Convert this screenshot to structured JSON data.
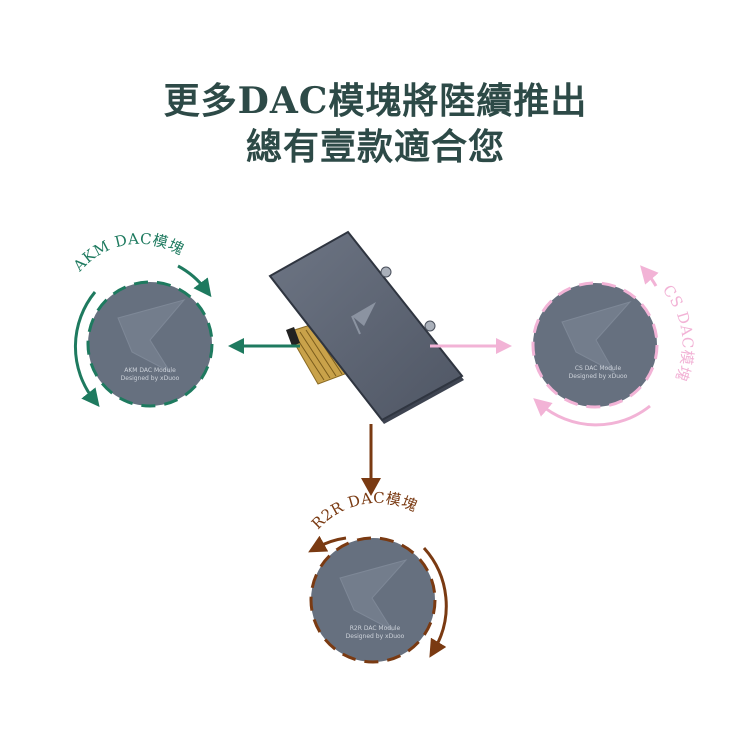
{
  "headline": {
    "line1": "更多DAC模塊將陸續推出",
    "line2": "總有壹款適合您"
  },
  "colors": {
    "headline": "#2d4a47",
    "akm": "#1e7a5f",
    "cs": "#f2b3d6",
    "r2r": "#7a3a12",
    "disc": "#66707f",
    "module_body": "#5f6775"
  },
  "modules": {
    "akm": {
      "arc_label": "AKM DAC模塊",
      "disc_line1": "AKM DAC Module",
      "disc_line2": "Designed by xDuoo"
    },
    "cs": {
      "arc_label": "CS DAC模塊",
      "disc_line1": "CS DAC Module",
      "disc_line2": "Designed by xDuoo"
    },
    "r2r": {
      "arc_label": "R2R DAC模塊",
      "disc_line1": "R2R DAC Module",
      "disc_line2": "Designed by xDuoo"
    }
  },
  "icons": {
    "center": "dac-module-card-icon",
    "disc_logo": "x-logo-icon",
    "arrows": [
      "arrow-left-icon",
      "arrow-right-icon",
      "arrow-down-icon"
    ]
  }
}
